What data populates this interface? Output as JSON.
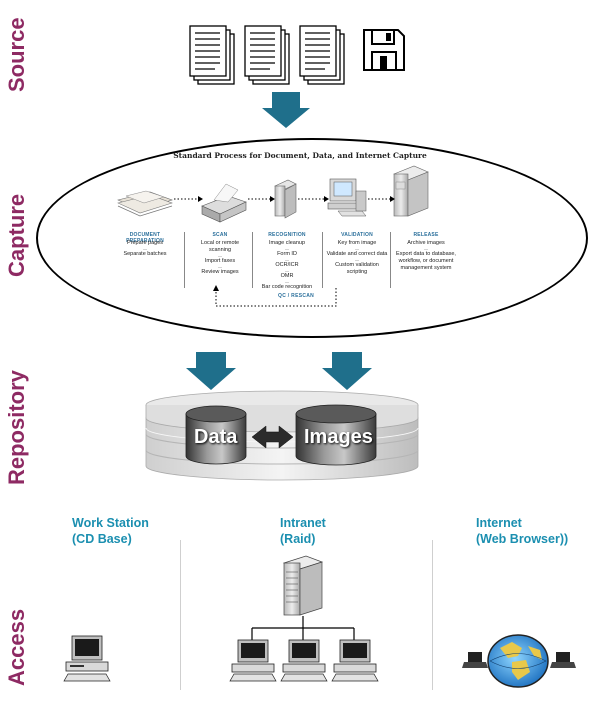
{
  "side_labels": {
    "source": "Source",
    "capture": "Capture",
    "repository": "Repository",
    "access": "Access"
  },
  "capture": {
    "title": "Standard Process for Document, Data, and Internet Capture",
    "steps": [
      {
        "title": "DOCUMENT PREPARATION",
        "items": [
          "Prepare pages",
          "Separate batches"
        ]
      },
      {
        "title": "SCAN",
        "items": [
          "Local or remote scanning",
          "Import faxes",
          "Review images"
        ]
      },
      {
        "title": "RECOGNITION",
        "items": [
          "Image cleanup",
          "Form ID",
          "OCR/ICR",
          "OMR",
          "Bar code recognition"
        ]
      },
      {
        "title": "VALIDATION",
        "items": [
          "Key from image",
          "Validate and correct data",
          "Custom validation scripting"
        ]
      },
      {
        "title": "RELEASE",
        "items": [
          "Archive images",
          "Export data to database, workflow, or document management system"
        ]
      }
    ],
    "qc_label": "QC / RESCAN"
  },
  "repository": {
    "left_db": "Data",
    "right_db": "Images"
  },
  "access": {
    "workstation": {
      "line1": "Work Station",
      "line2": "(CD Base)"
    },
    "intranet": {
      "line1": "Intranet",
      "line2": "(Raid)"
    },
    "internet": {
      "line1": "Internet",
      "line2": "(Web Browser))"
    }
  },
  "colors": {
    "label": "#8e2a63",
    "arrow": "#1f6f8b",
    "access_text": "#1b8fb0",
    "step_title": "#2a6f9b"
  }
}
